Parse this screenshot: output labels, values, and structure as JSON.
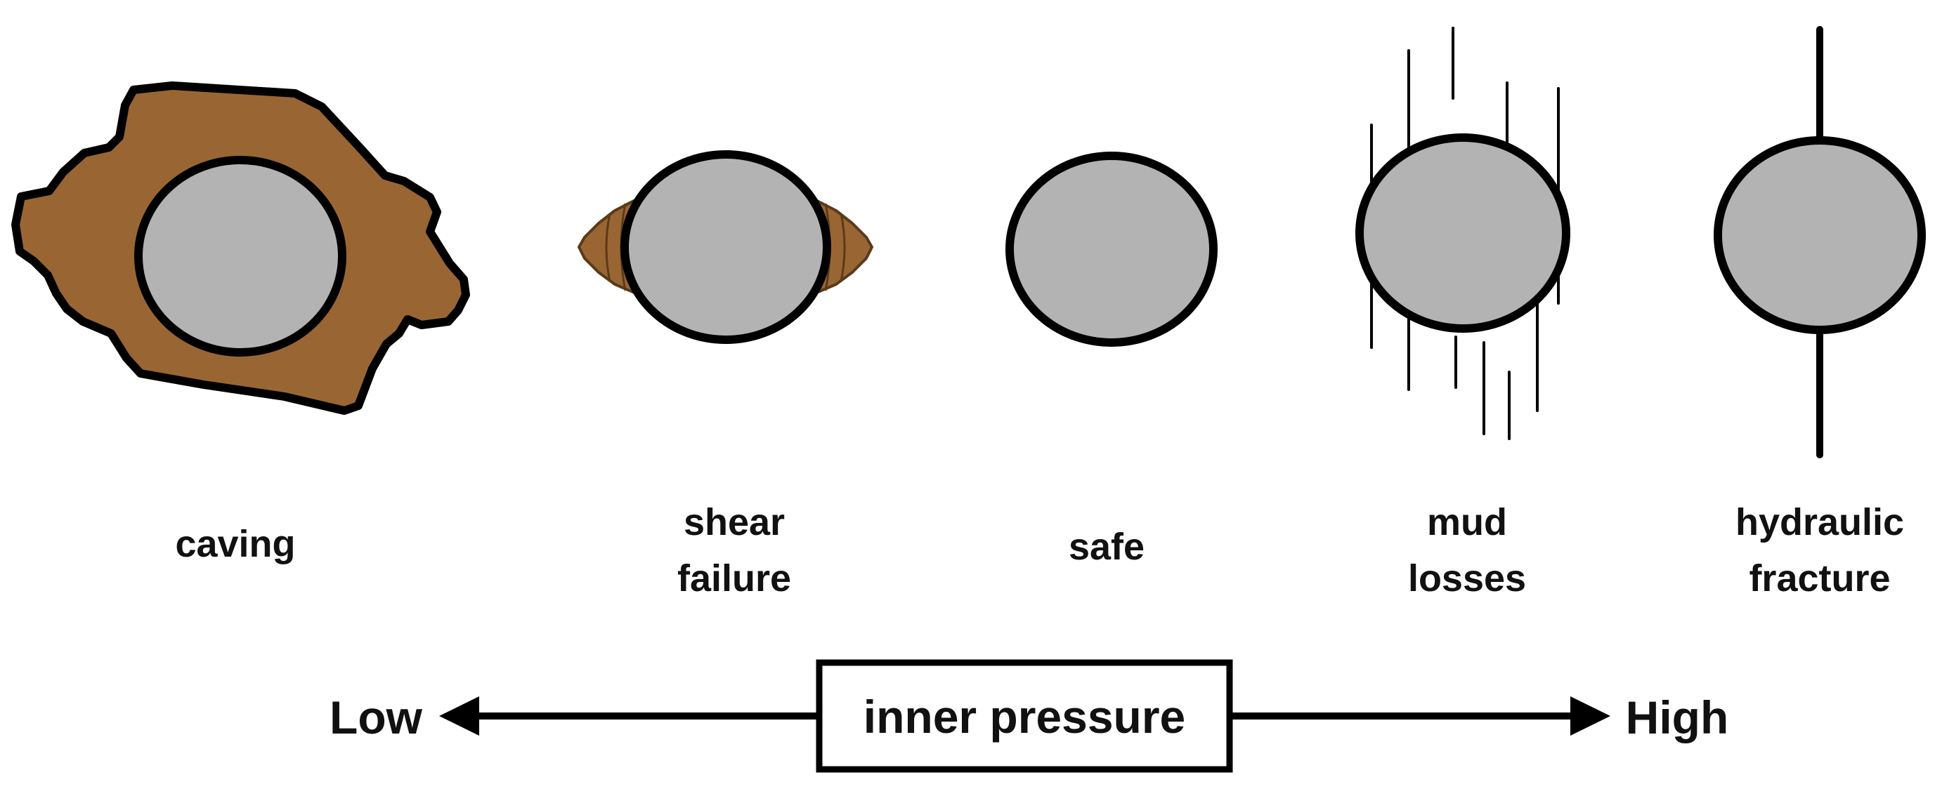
{
  "diagram": {
    "states": [
      {
        "id": "caving",
        "lines": [
          "caving"
        ]
      },
      {
        "id": "shear-failure",
        "lines": [
          "shear",
          "failure"
        ]
      },
      {
        "id": "safe",
        "lines": [
          "safe"
        ]
      },
      {
        "id": "mud-losses",
        "lines": [
          "mud",
          "losses"
        ]
      },
      {
        "id": "hydraulic-fracture",
        "lines": [
          "hydraulic",
          "fracture"
        ]
      }
    ],
    "axis": {
      "center_label": "inner pressure",
      "low_label": "Low",
      "high_label": "High"
    },
    "colors": {
      "borehole_fill": "#b3b3b3",
      "rock_fill": "#996633",
      "outline": "#000000",
      "background": "#ffffff"
    }
  }
}
